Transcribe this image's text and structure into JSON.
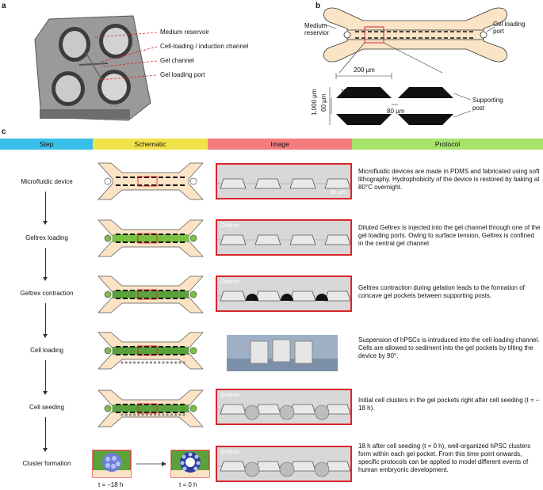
{
  "panels": {
    "a": "a",
    "b": "b",
    "c": "c"
  },
  "panel_a": {
    "labels": [
      "Medium reservoir",
      "Cell-loading / induction channel",
      "Gel channel",
      "Gel loading port"
    ]
  },
  "panel_b": {
    "medium_reservoir": "Medium\nreservior",
    "gel_loading_port": "Gel loading\nport",
    "dim_200": "200 µm",
    "dim_angle": "30°",
    "dim_1000": "1,000 µm",
    "dim_60": "60 µm",
    "dim_80": "80 µm",
    "supporting_post": "Supporting\npost"
  },
  "table": {
    "headers": [
      "Step",
      "Schematic",
      "Image",
      "Protocol"
    ],
    "header_colors": [
      "#38bfe9",
      "#f2e24a",
      "#f47c7c",
      "#a7e36b"
    ],
    "rows": [
      {
        "step": "Microfluidic device",
        "image_tag": "",
        "scale": "80 µm",
        "protocol": "Microfluidic devices are made in PDMS and fabricated using soft lithography.  Hydrophobicity of the device is restored by baking at 80°C overnight."
      },
      {
        "step": "Geltrex loading",
        "image_tag": "Geltrex",
        "protocol": "Diluted Geltrex is injected into the gel channel through one of the gel loading ports.  Owing to surface tension, Geltrex is confined in the central gel channel."
      },
      {
        "step": "Geltrex contraction",
        "image_tag": "Geltrex",
        "protocol": "Geltrex contraction during gelation leads to the formation of concave gel pockets between supporting posts."
      },
      {
        "step": "Cell loading",
        "image_tag": "",
        "protocol": "Suspension of hPSCs is introduced into the cell loading channel.  Cells are allowed to sediment into the gel pockets by tilting the device by 90°."
      },
      {
        "step": "Cell seeding",
        "image_tag": "Geltrex",
        "protocol": "Initial cell clusters in the gel pockets right after cell seeding (t = –18 h)."
      },
      {
        "step": "Cluster formation",
        "image_tag": "Geltrex",
        "protocol": "18 h after cell seeding (t = 0 h), well-organized hPSC clusters form within each gel pocket.  From this time point onwards, specific protocols can be applied to model different events of human embryonic development."
      }
    ],
    "cluster_times": [
      "t = –18 h",
      "t = 0 h"
    ]
  }
}
